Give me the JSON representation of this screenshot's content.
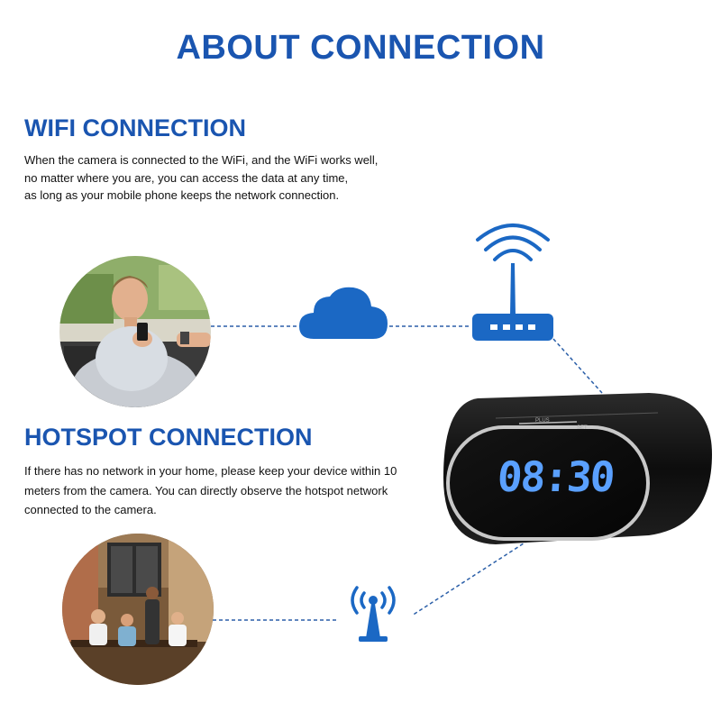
{
  "colors": {
    "brand_blue": "#1a55b0",
    "icon_blue": "#1b68c4",
    "dash_blue": "#2b5fa8",
    "digit_blue": "#5aa0ff"
  },
  "page": {
    "title": "ABOUT CONNECTION"
  },
  "wifi": {
    "title": "WIFI CONNECTION",
    "lines": [
      "When the camera is connected to the WiFi, and the WiFi works well,",
      "no matter where you are, you can access the data at any time,",
      "as long as your mobile phone keeps the network connection."
    ],
    "icons": [
      "cloud-icon",
      "router-icon",
      "wifi-signal-icon"
    ]
  },
  "hotspot": {
    "title": "HOTSPOT CONNECTION",
    "lines": [
      "If there has no network in your home, please keep your device within 10",
      "meters from the camera. You can directly observe the hotspot network",
      "connected to the camera."
    ],
    "icons": [
      "hotspot-antenna-icon"
    ]
  },
  "clock": {
    "time": "08:30",
    "button_labels": [
      "PLUS",
      "SET"
    ]
  }
}
